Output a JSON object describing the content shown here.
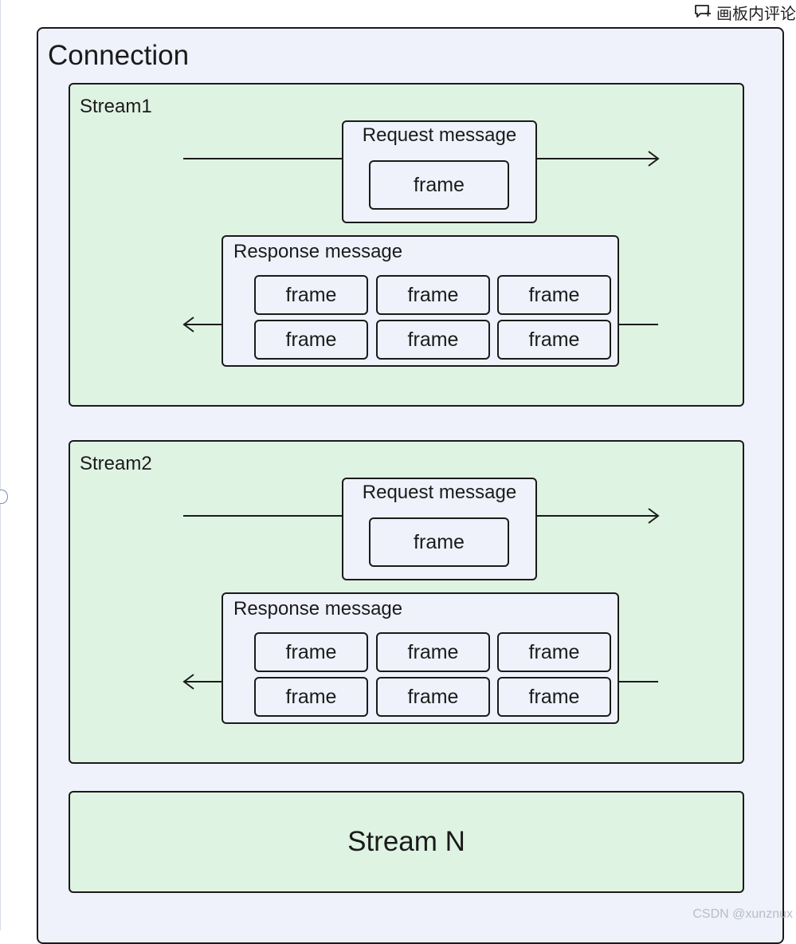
{
  "toolbar": {
    "comment_label": "画板内评论",
    "comment_icon": "comment-add-icon"
  },
  "diagram": {
    "connection_label": "Connection",
    "streams": [
      {
        "label": "Stream1",
        "request": {
          "label": "Request message",
          "frames": [
            "frame"
          ]
        },
        "response": {
          "label": "Response message",
          "frames": [
            "frame",
            "frame",
            "frame",
            "frame",
            "frame",
            "frame"
          ]
        }
      },
      {
        "label": "Stream2",
        "request": {
          "label": "Request message",
          "frames": [
            "frame"
          ]
        },
        "response": {
          "label": "Response message",
          "frames": [
            "frame",
            "frame",
            "frame",
            "frame",
            "frame",
            "frame"
          ]
        }
      }
    ],
    "stream_n_label": "Stream N"
  },
  "watermark": "CSDN @xunznux",
  "colors": {
    "connection_bg": "#eff2fb",
    "stream_bg": "#dff3e3",
    "border": "#1b1b1b"
  }
}
